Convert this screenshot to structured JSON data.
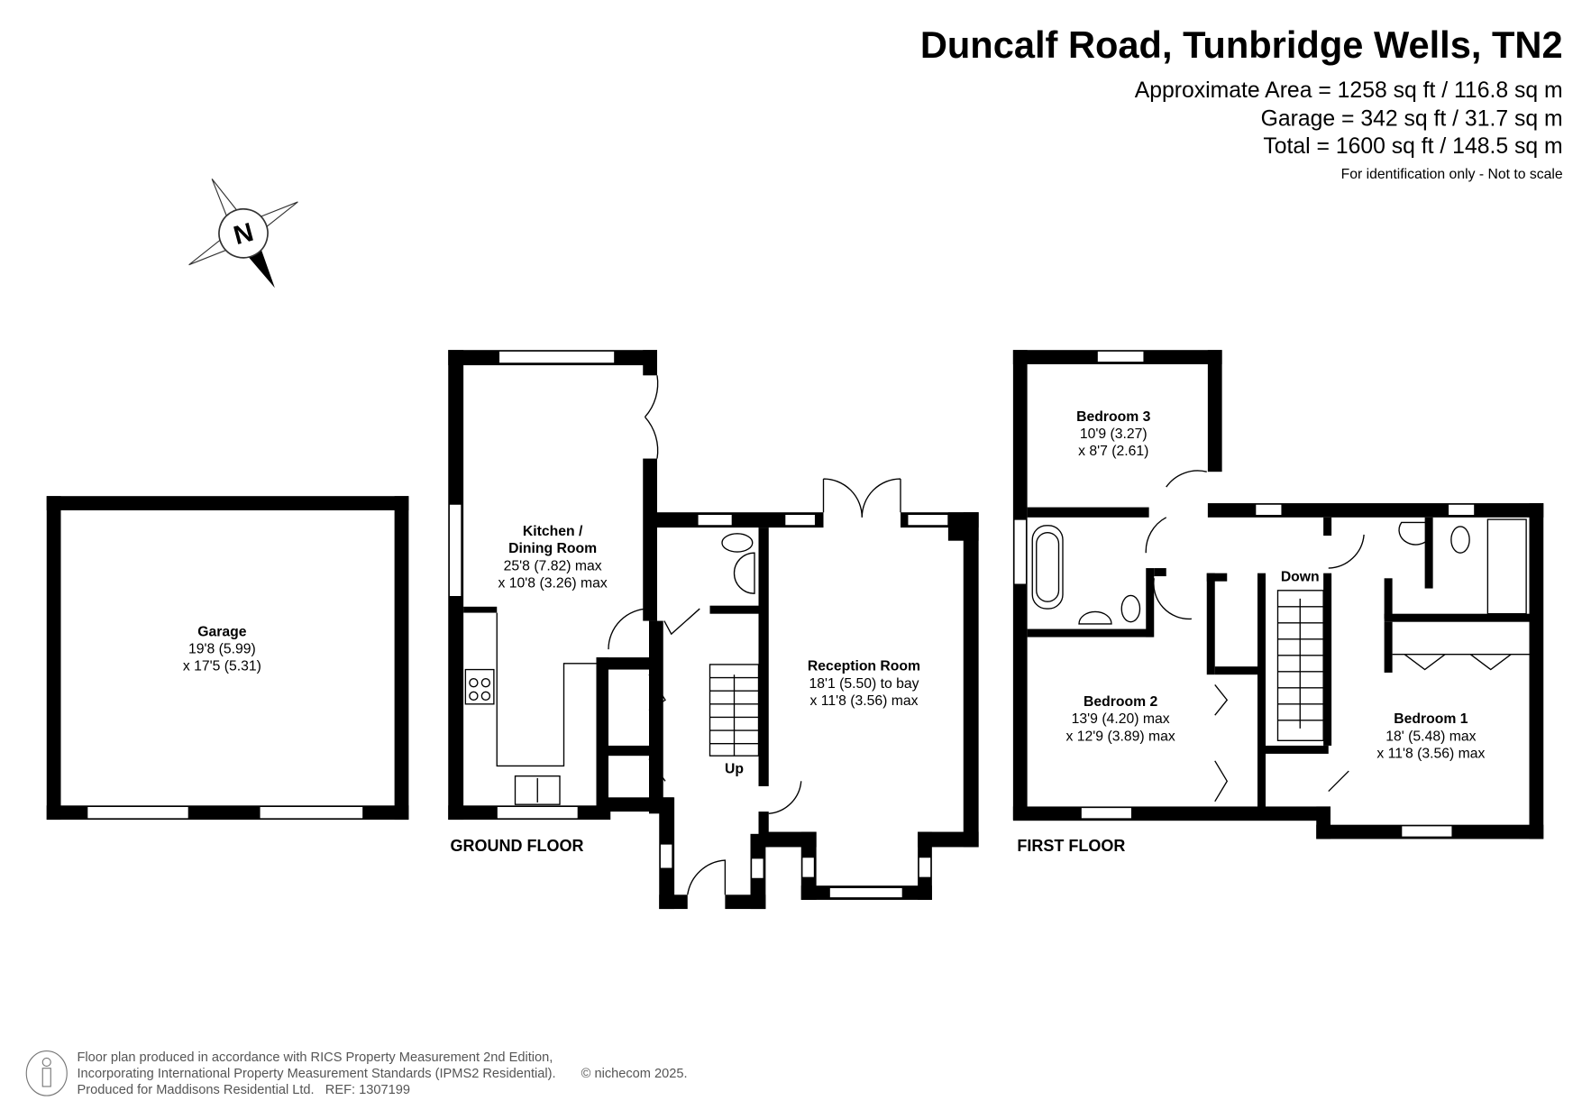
{
  "header": {
    "title": "Duncalf Road, Tunbridge Wells, TN2",
    "approx_area": "Approximate Area = 1258 sq ft / 116.8 sq m",
    "garage_area": "Garage = 342 sq ft / 31.7 sq m",
    "total_area": "Total = 1600 sq ft / 148.5 sq m",
    "disclaimer": "For identification only - Not to scale"
  },
  "compass": {
    "label": "N"
  },
  "ground_floor": {
    "label": "GROUND FLOOR",
    "stairs_label": "Up",
    "rooms": [
      {
        "name": "Garage",
        "dims": [
          "19'8 (5.99)",
          "x 17'5 (5.31)"
        ]
      },
      {
        "name": [
          "Kitchen /",
          "Dining Room"
        ],
        "dims": [
          "25'8 (7.82) max",
          "x 10'8 (3.26) max"
        ]
      },
      {
        "name": "Reception Room",
        "dims": [
          "18'1 (5.50) to bay",
          "x 11'8 (3.56) max"
        ]
      }
    ]
  },
  "first_floor": {
    "label": "FIRST FLOOR",
    "stairs_label": "Down",
    "rooms": [
      {
        "name": "Bedroom 3",
        "dims": [
          "10'9 (3.27)",
          "x 8'7 (2.61)"
        ]
      },
      {
        "name": "Bedroom 2",
        "dims": [
          "13'9 (4.20) max",
          "x 12'9 (3.89) max"
        ]
      },
      {
        "name": "Bedroom 1",
        "dims": [
          "18' (5.48) max",
          "x 11'8 (3.56) max"
        ]
      }
    ]
  },
  "footer": {
    "line1": "Floor plan produced in accordance with RICS Property Measurement 2nd Edition,",
    "line2": "Incorporating International Property Measurement Standards (IPMS2 Residential).",
    "copyright": "© nichecom 2025.",
    "line3": "Produced for Maddisons Residential Ltd.   REF: 1307199"
  }
}
